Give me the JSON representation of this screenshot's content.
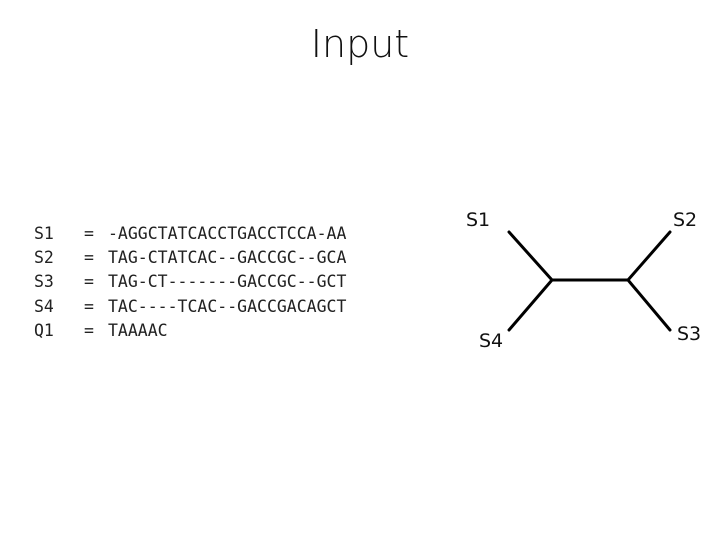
{
  "title": "Input",
  "sequences": [
    {
      "id": "S1",
      "eq": "=",
      "seq": "-AGGCTATCACCTGACCTCCA-AA"
    },
    {
      "id": "S2",
      "eq": "=",
      "seq": "TAG-CTATCAC--GACCGC--GCA"
    },
    {
      "id": "S3",
      "eq": "=",
      "seq": "TAG-CT-------GACCGC--GCT"
    },
    {
      "id": "S4",
      "eq": "=",
      "seq": "TAC----TCAC--GACCGACAGCT"
    },
    {
      "id": "Q1",
      "eq": "=",
      "seq": "TAAAAC"
    }
  ],
  "tree": {
    "leaves": {
      "top_left": "S1",
      "top_right": "S2",
      "bottom_left": "S4",
      "bottom_right": "S3"
    }
  }
}
